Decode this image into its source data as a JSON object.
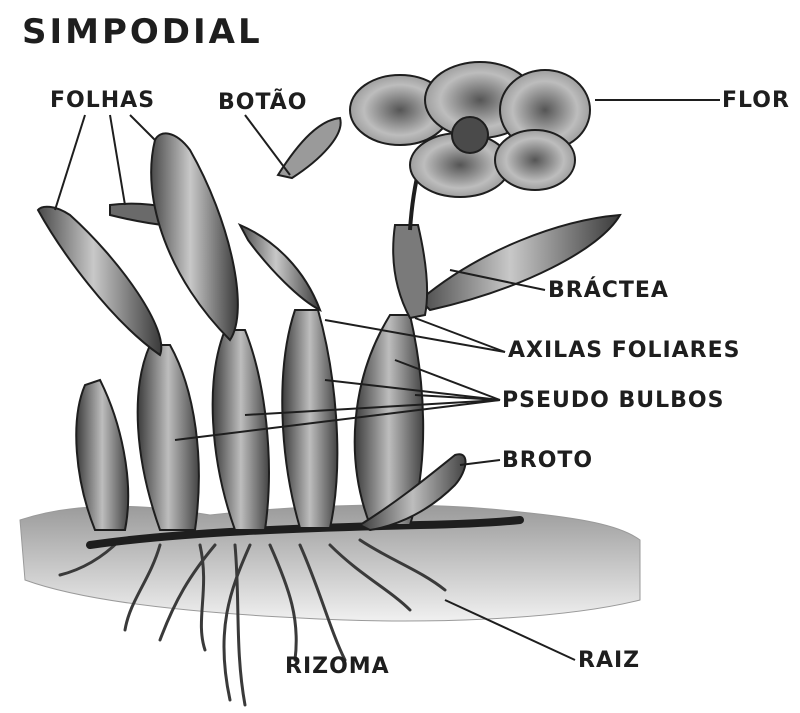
{
  "title": "SIMPODIAL",
  "labels": {
    "folhas": "FOLHAS",
    "botao": "BOTÃO",
    "flor": "FLOR",
    "bractea": "BRÁCTEA",
    "axilas": "AXILAS FOLIARES",
    "pseudo": "PSEUDO BULBOS",
    "broto": "BROTO",
    "rizoma": "RIZOMA",
    "raiz": "RAIZ"
  },
  "colors": {
    "ink": "#1e1e1e",
    "leaf_fill": "#8a8a8a",
    "leaf_light": "#c4c4c4",
    "flower_fill": "#b0b0b0",
    "soil_fill": "#d6d6d6"
  }
}
